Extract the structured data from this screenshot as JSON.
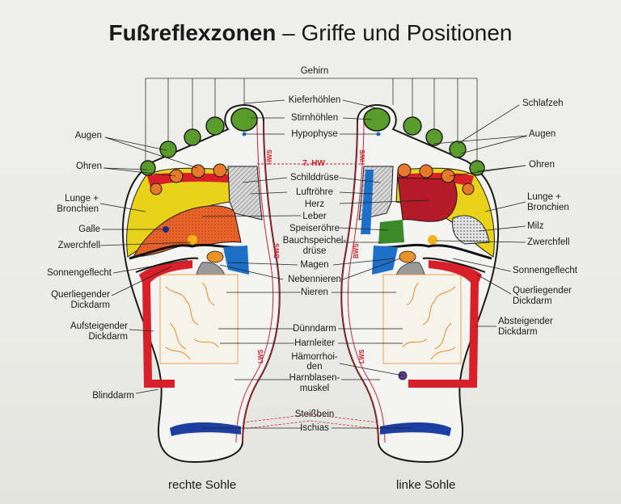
{
  "title_bold": "Fußreflexzonen",
  "title_rest": " – Griffe und Positionen",
  "labels": {
    "gehirn": "Gehirn",
    "kieferhoehlen": "Kieferhöhlen",
    "stirnhoehlen": "Stirnhöhlen",
    "hypophyse": "Hypophyse",
    "hw7": "7. HW",
    "schilddruese": "Schilddrüse",
    "luftroehre": "Luftröhre",
    "herz": "Herz",
    "leber": "Leber",
    "speiseroehre": "Speiseröhre",
    "bauchspeichel": "Bauchspeichel-",
    "druese": "drüse",
    "magen": "Magen",
    "nebennieren": "Nebennieren",
    "nieren": "Nieren",
    "duenndarm": "Dünndarm",
    "harnleiter": "Harnleiter",
    "haemorrhoi": "Hämorrhoi-",
    "den": "den",
    "harnblasen": "Harnblasen-",
    "muskel": "muskel",
    "steissbein": "Steißbein",
    "ischias": "Ischias",
    "augen_l": "Augen",
    "ohren_l": "Ohren",
    "lunge_l1": "Lunge +",
    "lunge_l2": "Bronchien",
    "galle": "Galle",
    "zwerchfell_l": "Zwerchfell",
    "sonnengeflecht_l": "Sonnengeflecht",
    "querliegender_l1": "Querliegender",
    "querliegender_l2": "Dickdarm",
    "aufsteigender_1": "Aufsteigender",
    "aufsteigender_2": "Dickdarm",
    "blinddarm": "Blinddarm",
    "schlafzeh": "Schlafzeh",
    "augen_r": "Augen",
    "ohren_r": "Ohren",
    "lunge_r1": "Lunge +",
    "lunge_r2": "Bronchien",
    "milz": "Milz",
    "zwerchfell_r": "Zwerchfell",
    "sonnengeflecht_r": "Sonnengeflecht",
    "querliegender_r1": "Querliegender",
    "querliegender_r2": "Dickdarm",
    "absteigender_1": "Absteigender",
    "absteigender_2": "Dickdarm",
    "hws": "HWS",
    "bws": "BWS",
    "lws": "LWS",
    "rechte_sohle": "rechte Sohle",
    "linke_sohle": "linke Sohle"
  },
  "colors": {
    "toe_green": "#5a9c2b",
    "eye_orange": "#e8782a",
    "lung_yellow": "#e8d21a",
    "liver_orange": "#e8642a",
    "heart_red": "#b51b26",
    "colon_red": "#d8202a",
    "kidney_gray": "#9a9a9a",
    "stomach_blue": "#1e6fc8",
    "sciatic_blue": "#1b3fa0",
    "spine_red": "#d4202a"
  }
}
